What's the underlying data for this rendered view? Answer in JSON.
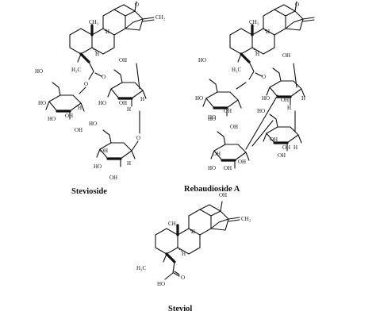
{
  "compounds": [
    {
      "id": "stevioside",
      "name": "Stevioside"
    },
    {
      "id": "rebaudioside-a",
      "name": "Rebaudioside A"
    },
    {
      "id": "steviol",
      "name": "Steviol"
    }
  ],
  "atom_labels": {
    "ch3": "CH₃",
    "h3c": "H₃C",
    "ch2": "CH₂",
    "h": "H",
    "ho": "HO",
    "oh": "OH",
    "o": "O"
  }
}
